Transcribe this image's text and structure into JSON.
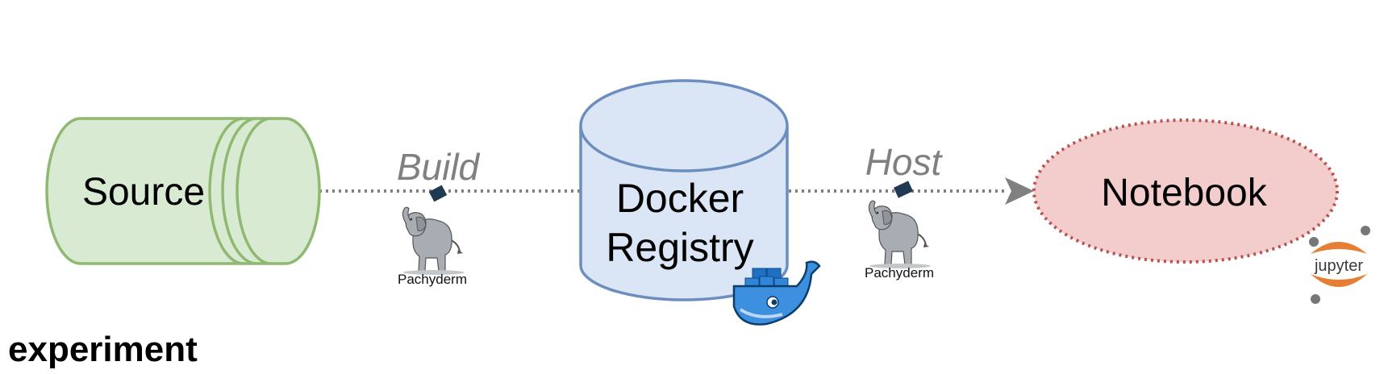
{
  "diagram": {
    "nodes": {
      "source": {
        "label": "Source",
        "fill": "#d9ead3",
        "stroke": "#8fb871"
      },
      "registry": {
        "line1": "Docker",
        "line2": "Registry",
        "fill": "#dae6f6",
        "stroke": "#6c8ebf"
      },
      "notebook": {
        "label": "Notebook",
        "fill": "#f3cccc",
        "stroke": "#b85450"
      }
    },
    "edges": {
      "build": {
        "label": "Build",
        "tool": "Pachyderm"
      },
      "host": {
        "label": "Host",
        "tool": "Pachyderm"
      }
    },
    "logos": {
      "docker": "docker-whale-icon",
      "jupyter": {
        "icon": "jupyter-icon",
        "text": "jupyter"
      },
      "pachyderm": "elephant-icon"
    },
    "colors": {
      "edge": "#808080",
      "docker_blue": "#3d8fe0",
      "jupyter_orange": "#e67e36"
    }
  },
  "caption": "experiment"
}
